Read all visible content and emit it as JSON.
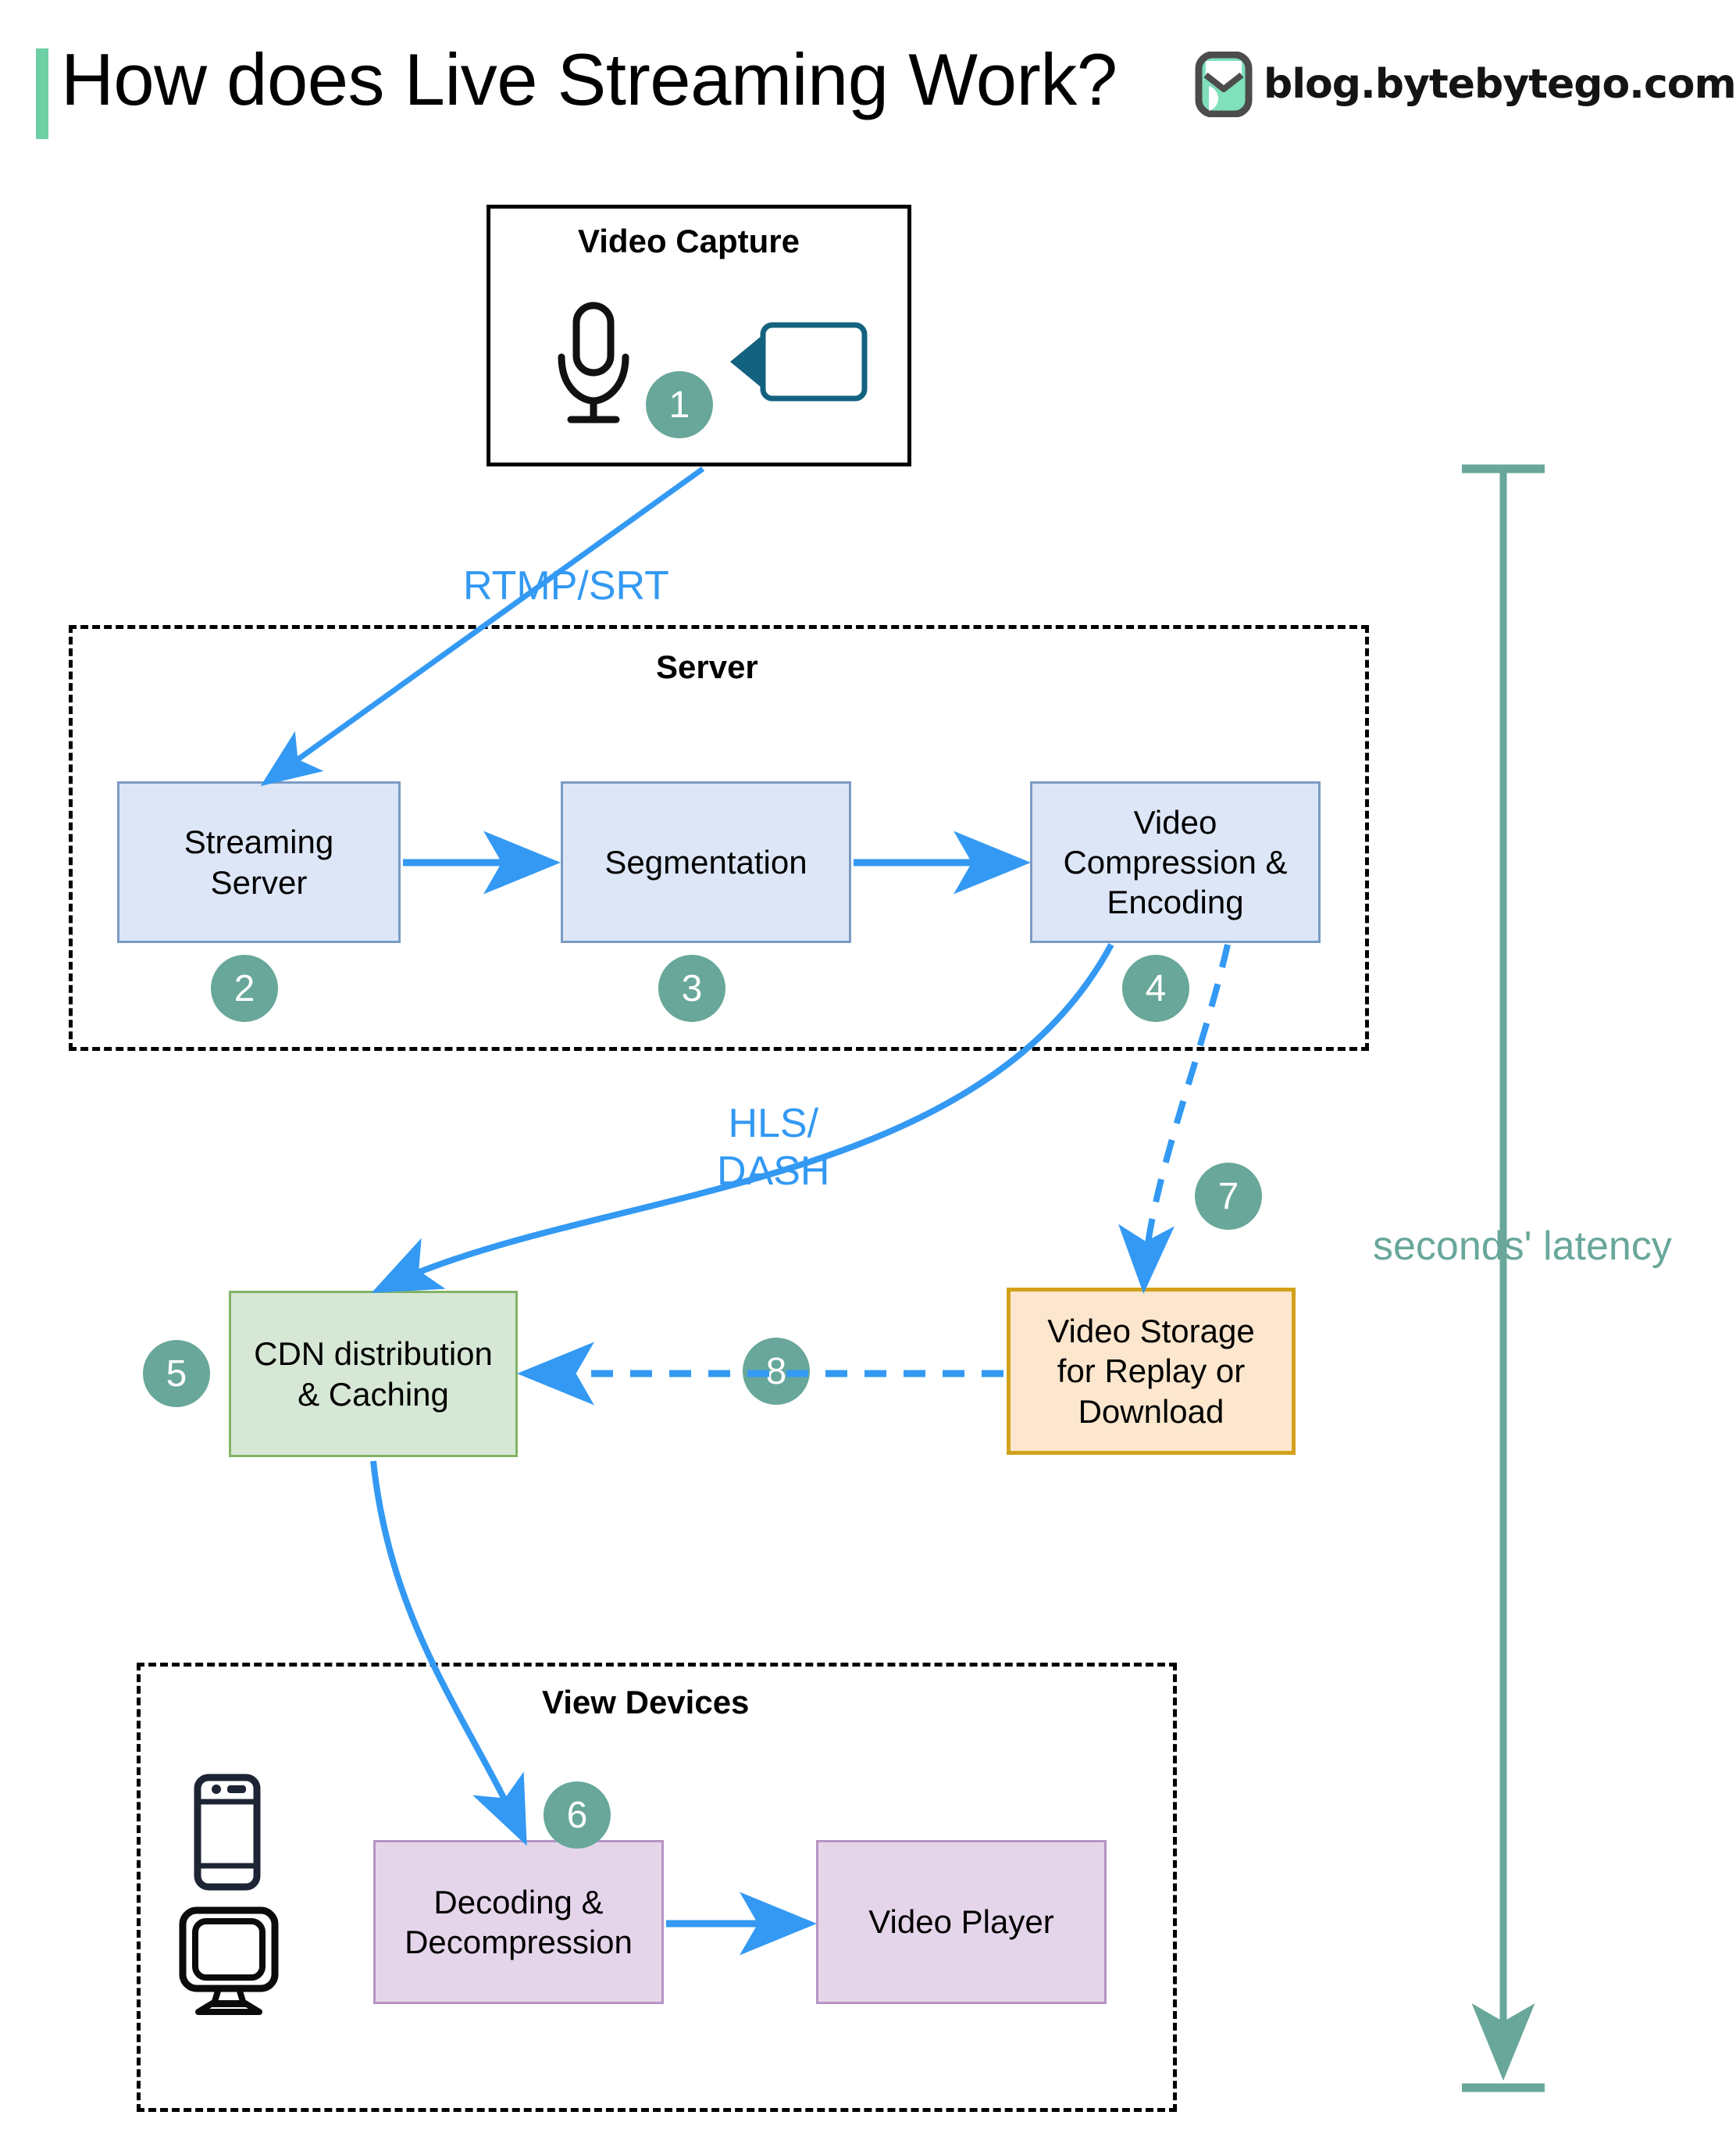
{
  "header": {
    "title": "How does Live Streaming Work?",
    "brand_text": "blog.bytebytego.com",
    "accent_color": "#6ecfa4",
    "logo_icon": "bytebytego-logo-icon"
  },
  "capture_group": {
    "label": "Video Capture",
    "icons": [
      "microphone-icon",
      "video-camera-icon"
    ],
    "badge": "1"
  },
  "server_group": {
    "label": "Server",
    "boxes": [
      {
        "label": "Streaming\nServer",
        "badge": "2",
        "fill": "#dce6f6",
        "stroke": "#7b9bc4"
      },
      {
        "label": "Segmentation",
        "badge": "3",
        "fill": "#dce6f6",
        "stroke": "#7b9bc4"
      },
      {
        "label": "Video\nCompression &\nEncoding",
        "badge": "4",
        "fill": "#dce6f6",
        "stroke": "#7b9bc4"
      }
    ]
  },
  "cdn": {
    "label": "CDN distribution\n& Caching",
    "badge": "5",
    "fill": "#d6e8d5",
    "stroke": "#82b366"
  },
  "storage": {
    "label": "Video Storage\nfor Replay or\nDownload",
    "fill": "#fce6cd",
    "stroke": "#d2a11b"
  },
  "view_devices_group": {
    "label": "View Devices",
    "icons": [
      "mobile-phone-icon",
      "desktop-monitor-icon"
    ],
    "boxes": [
      {
        "label": "Decoding &\nDecompression",
        "badge": "6",
        "fill": "#e5d5ea",
        "stroke": "#b595c4"
      },
      {
        "label": "Video Player",
        "badge": "",
        "fill": "#e5d5ea",
        "stroke": "#b595c4"
      }
    ]
  },
  "edges": [
    {
      "name": "capture-to-streaming-server",
      "label": "RTMP/SRT",
      "style": "solid",
      "color": "#3399f3"
    },
    {
      "name": "streaming-server-to-segmentation",
      "label": "",
      "style": "solid",
      "color": "#3399f3"
    },
    {
      "name": "segmentation-to-compression",
      "label": "",
      "style": "solid",
      "color": "#3399f3"
    },
    {
      "name": "compression-to-cdn",
      "label": "HLS/\nDASH",
      "style": "solid",
      "color": "#3399f3"
    },
    {
      "name": "compression-to-storage",
      "label": "",
      "badge": "7",
      "style": "dashed",
      "color": "#3399f3"
    },
    {
      "name": "storage-to-cdn",
      "label": "",
      "badge": "8",
      "style": "dashed",
      "color": "#3399f3"
    },
    {
      "name": "cdn-to-decoding",
      "label": "",
      "style": "solid",
      "color": "#3399f3"
    },
    {
      "name": "decoding-to-player",
      "label": "",
      "style": "solid",
      "color": "#3399f3"
    }
  ],
  "latency": {
    "label": "seconds' latency",
    "color": "#68a79a"
  }
}
